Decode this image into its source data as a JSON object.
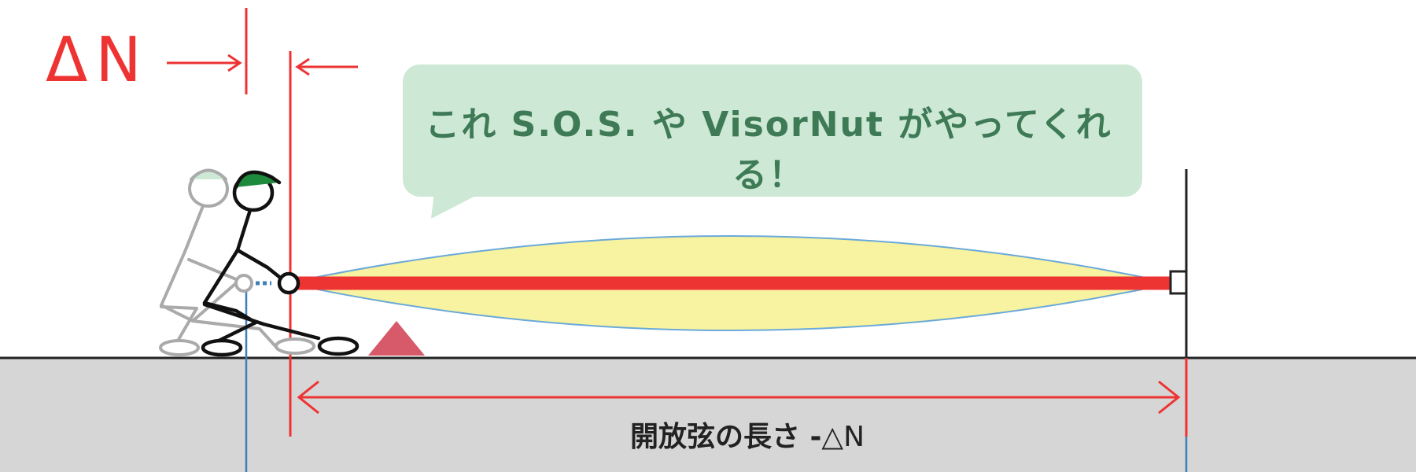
{
  "delta_label": "ΔN",
  "bubble_text": "これ S.O.S. や VisorNut がやってくれる！",
  "length_label_main": "開放弦の長さ -",
  "length_label_suffix": "△N",
  "colors": {
    "red": "#ee3333",
    "bubble_fill": "#cde8d4",
    "bubble_text": "#3d7a55",
    "vibration_fill": "#f7f3a0",
    "vibration_stroke": "#6aa9d9",
    "ground_fill": "#d6d6d6",
    "blue_line": "#3d7fb8",
    "triangle": "#d65a6a",
    "helmet_green": "#1e8a3c"
  }
}
